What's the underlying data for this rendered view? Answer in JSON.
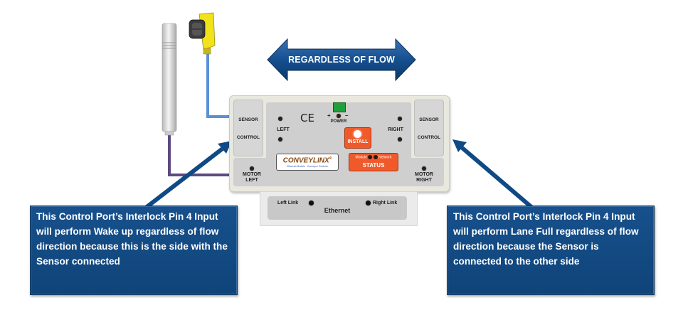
{
  "flow_arrow": {
    "label": "REGARDLESS OF FLOW"
  },
  "module": {
    "left_tab": {
      "sensor": "SENSOR",
      "control": "CONTROL"
    },
    "right_tab": {
      "sensor": "SENSOR",
      "control": "CONTROL"
    },
    "left_label": "LEFT",
    "right_label": "RIGHT",
    "ce_mark": "CE",
    "power": {
      "plus": "+",
      "minus": "–",
      "label": "POWER"
    },
    "install_label": "INSTALL",
    "logo": {
      "name": "CONVEYLINX",
      "registered": "®",
      "sub_left": "Ethernet Module",
      "sub_right": "Conveyor Controls"
    },
    "status": {
      "module": "Module",
      "network": "Network",
      "label": "STATUS"
    },
    "motor_left": [
      "MOTOR",
      "LEFT"
    ],
    "motor_right": [
      "MOTOR",
      "RIGHT"
    ]
  },
  "ethernet": {
    "left_link": "Left Link",
    "right_link": "Right Link",
    "title": "Ethernet"
  },
  "callouts": {
    "left": "This Control Port’s Interlock Pin 4 Input will perform Wake up regardless of flow direction because this is the side with the Sensor connected",
    "right": "This Control Port’s Interlock Pin 4 Input will perform Lane Full regardless of flow direction because the Sensor is connected to the other side"
  },
  "colors": {
    "callout_blue": "#134a84",
    "arrow_blue": "#0f4a85",
    "sensor_cable": "#5b8fd6",
    "control_cable": "#5c4a80",
    "status_orange": "#f05a2a",
    "sensor_yellow": "#f2e21a"
  }
}
